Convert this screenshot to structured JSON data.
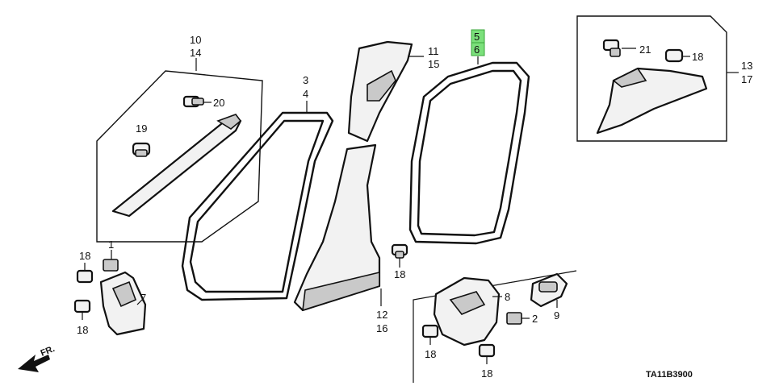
{
  "diagram_code": "TA11B3900",
  "direction_label": "FR.",
  "callouts": {
    "c1": "1",
    "c2": "2",
    "c3": "3",
    "c4": "4",
    "c5": "5",
    "c6": "6",
    "c7": "7",
    "c8": "8",
    "c9": "9",
    "c10": "10",
    "c11": "11",
    "c12": "12",
    "c13": "13",
    "c14": "14",
    "c15": "15",
    "c16": "16",
    "c17": "17",
    "c18a": "18",
    "c18b": "18",
    "c18c": "18",
    "c18d": "18",
    "c18e": "18",
    "c18f": "18",
    "c19": "19",
    "c20": "20",
    "c21": "21"
  },
  "highlight_color": "#7be07b"
}
